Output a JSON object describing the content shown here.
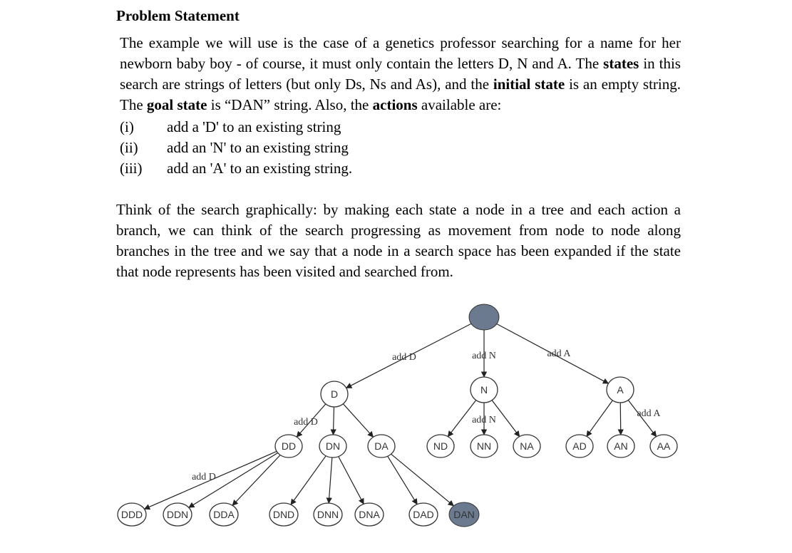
{
  "heading": "Problem Statement",
  "para1": {
    "t1": "The example we will use is the case of a genetics professor searching for a name for her newborn baby boy - of course, it must only contain the letters D, N and A. The ",
    "b1": "states",
    "t2": " in this search are strings of letters (but only Ds, Ns and As), and the ",
    "b2": "initial state",
    "t3": " is an empty string. The ",
    "b3": "goal state",
    "t4": " is “DAN” string. Also, the ",
    "b4": "actions",
    "t5": " available are:"
  },
  "actions": [
    {
      "num": "(i)",
      "text": "add a 'D' to an existing string"
    },
    {
      "num": "(ii)",
      "text": "add an 'N' to an existing string"
    },
    {
      "num": "(iii)",
      "text": "add an 'A' to an existing string."
    }
  ],
  "para2": "Think of the search graphically: by making each state a node in a tree and each action a branch, we can think of the search progressing as movement from node to node along branches in the tree and we say that a node in a search space has been expanded if the state that node represents has been visited and searched from.",
  "tree": {
    "colors": {
      "filled": "#6b7a8f",
      "stroke": "#333333",
      "node_fill": "#ffffff"
    },
    "nodes": [
      {
        "id": "root",
        "label": "",
        "filled": true
      },
      {
        "id": "D",
        "label": "D"
      },
      {
        "id": "N",
        "label": "N"
      },
      {
        "id": "A",
        "label": "A"
      },
      {
        "id": "DD",
        "label": "DD"
      },
      {
        "id": "DN",
        "label": "DN"
      },
      {
        "id": "DA",
        "label": "DA"
      },
      {
        "id": "ND",
        "label": "ND"
      },
      {
        "id": "NN",
        "label": "NN"
      },
      {
        "id": "NA",
        "label": "NA"
      },
      {
        "id": "AD",
        "label": "AD"
      },
      {
        "id": "AN",
        "label": "AN"
      },
      {
        "id": "AA",
        "label": "AA"
      },
      {
        "id": "DDD",
        "label": "DDD"
      },
      {
        "id": "DDN",
        "label": "DDN"
      },
      {
        "id": "DDA",
        "label": "DDA"
      },
      {
        "id": "DND",
        "label": "DND"
      },
      {
        "id": "DNN",
        "label": "DNN"
      },
      {
        "id": "DNA",
        "label": "DNA"
      },
      {
        "id": "DAD",
        "label": "DAD"
      },
      {
        "id": "DAN",
        "label": "DAN",
        "filled": true
      }
    ],
    "edge_labels": {
      "root_D": "add D",
      "root_N": "add N",
      "root_A": "add A",
      "D_DD": "add D",
      "N_NN": "add N",
      "A_AA": "add A",
      "DD_DDD": "add D"
    }
  }
}
